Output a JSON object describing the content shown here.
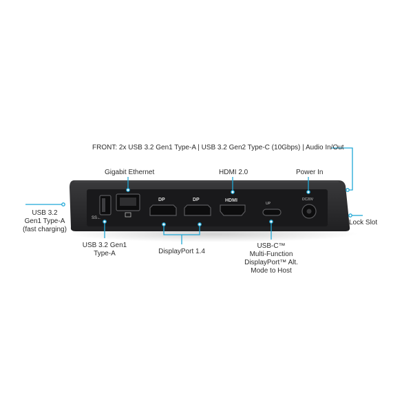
{
  "diagram": {
    "front_label": {
      "text": "FRONT: 2x USB 3.2 Gen1 Type-A  |  USB 3.2 Gen2 Type-C (10Gbps)  |  Audio In/Out"
    },
    "callouts": {
      "gigabit_ethernet": "Gigabit Ethernet",
      "hdmi": "HDMI 2.0",
      "power_in": "Power In",
      "usb_a_fast_line1": "USB 3.2",
      "usb_a_fast_line2": "Gen1 Type-A",
      "usb_a_fast_line3": "(fast charging)",
      "lock_slot": "Lock Slot",
      "usb_a_line1": "USB 3.2 Gen1",
      "usb_a_line2": "Type-A",
      "displayport": "DisplayPort 1.4",
      "usbc_line1": "USB-C™",
      "usbc_line2": "Multi-Function",
      "usbc_line3": "DisplayPort™ Alt.",
      "usbc_line4": "Mode to Host"
    },
    "port_markings": {
      "ss_usb": "SS←",
      "dp1": "DP",
      "dp2": "DP",
      "hdmi_logo": "HDMI",
      "usbc_up": "UP",
      "dc": "DC20V"
    },
    "colors": {
      "leader_line": "#1ea7d6",
      "device_body": "#2a2a2c",
      "port_panel": "#1c1c1e",
      "label_text": "#2b2b2b"
    }
  }
}
